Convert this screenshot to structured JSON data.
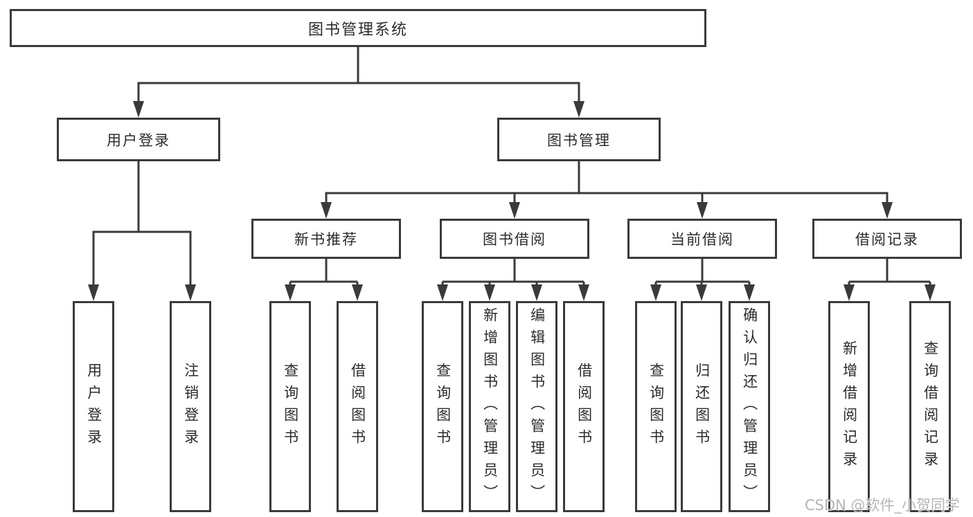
{
  "tree": {
    "root": "图书管理系统",
    "user_login": {
      "label": "用户登录",
      "children": [
        "用户登录",
        "注销登录"
      ]
    },
    "book_management": {
      "label": "图书管理",
      "sections": [
        {
          "label": "新书推荐",
          "children": [
            "查询图书",
            "借阅图书"
          ]
        },
        {
          "label": "图书借阅",
          "children": [
            "查询图书",
            "新增图书（管理员）",
            "编辑图书（管理员）",
            "借阅图书"
          ]
        },
        {
          "label": "当前借阅",
          "children": [
            "查询图书",
            "归还图书",
            "确认归还（管理员）"
          ]
        },
        {
          "label": "借阅记录",
          "children": [
            "新增借阅记录",
            "查询借阅记录"
          ]
        }
      ]
    }
  },
  "watermark": "CSDN @软件_小贺同学",
  "colors": {
    "line": "#3a3a3a",
    "border": "#3a3a3a",
    "text": "#2b2b2b",
    "watermark": "#b5b5b5",
    "background": "#ffffff"
  }
}
